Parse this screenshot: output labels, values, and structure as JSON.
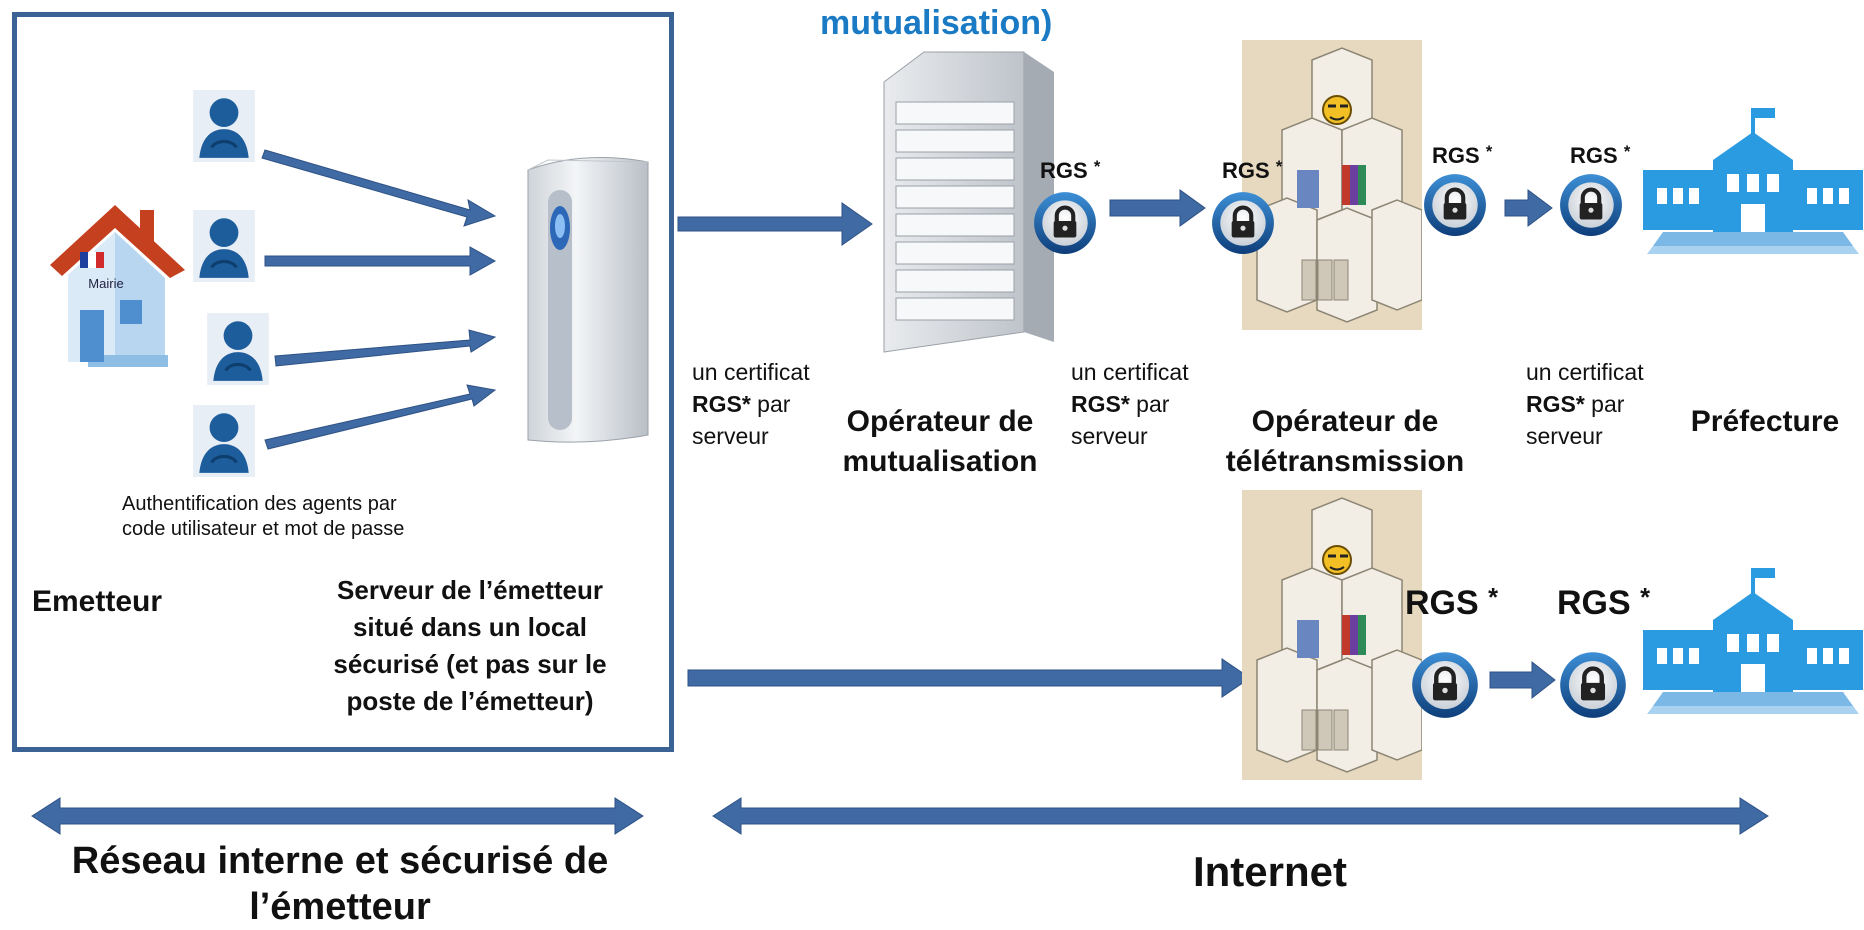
{
  "top_heading": "mutualisation)",
  "colors": {
    "frame": "#3a6294",
    "arrow": "#3f6aa3",
    "heading_blue": "#1a7ac4",
    "building_blue": "#2a9be0"
  },
  "emitter": {
    "house_sign": "Mairie",
    "auth_note_line1": "Authentification des agents par",
    "auth_note_line2": "code utilisateur et mot de passe",
    "label": "Emetteur",
    "server_line1": "Serveur de l’émetteur",
    "server_line2": "situé dans un local",
    "server_line3": "sécurisé (et pas sur le",
    "server_line4": "poste de l’émetteur)"
  },
  "certs": [
    {
      "line1": "un certificat",
      "bold": "RGS*",
      "rest": " par",
      "line3": "serveur"
    },
    {
      "line1": "un certificat",
      "bold": "RGS*",
      "rest": " par",
      "line3": "serveur"
    },
    {
      "line1": "un certificat",
      "bold": "RGS*",
      "rest": " par",
      "line3": "serveur"
    }
  ],
  "nodes": {
    "mutualisation_line1": "Opérateur de",
    "mutualisation_line2": "mutualisation",
    "teletransmission_line1": "Opérateur de",
    "teletransmission_line2": "télétransmission",
    "prefecture": "Préfecture"
  },
  "rgs": {
    "text": "RGS",
    "star": "*"
  },
  "networks": {
    "internal_line1": "Réseau interne et sécurisé de",
    "internal_line2": "l’émetteur",
    "internet": "Internet"
  },
  "icons": [
    "person-icon",
    "house-icon",
    "storage-server-icon",
    "rack-server-icon",
    "lock-icon",
    "datacenter-icon",
    "prefecture-building-icon",
    "arrow-icon"
  ]
}
